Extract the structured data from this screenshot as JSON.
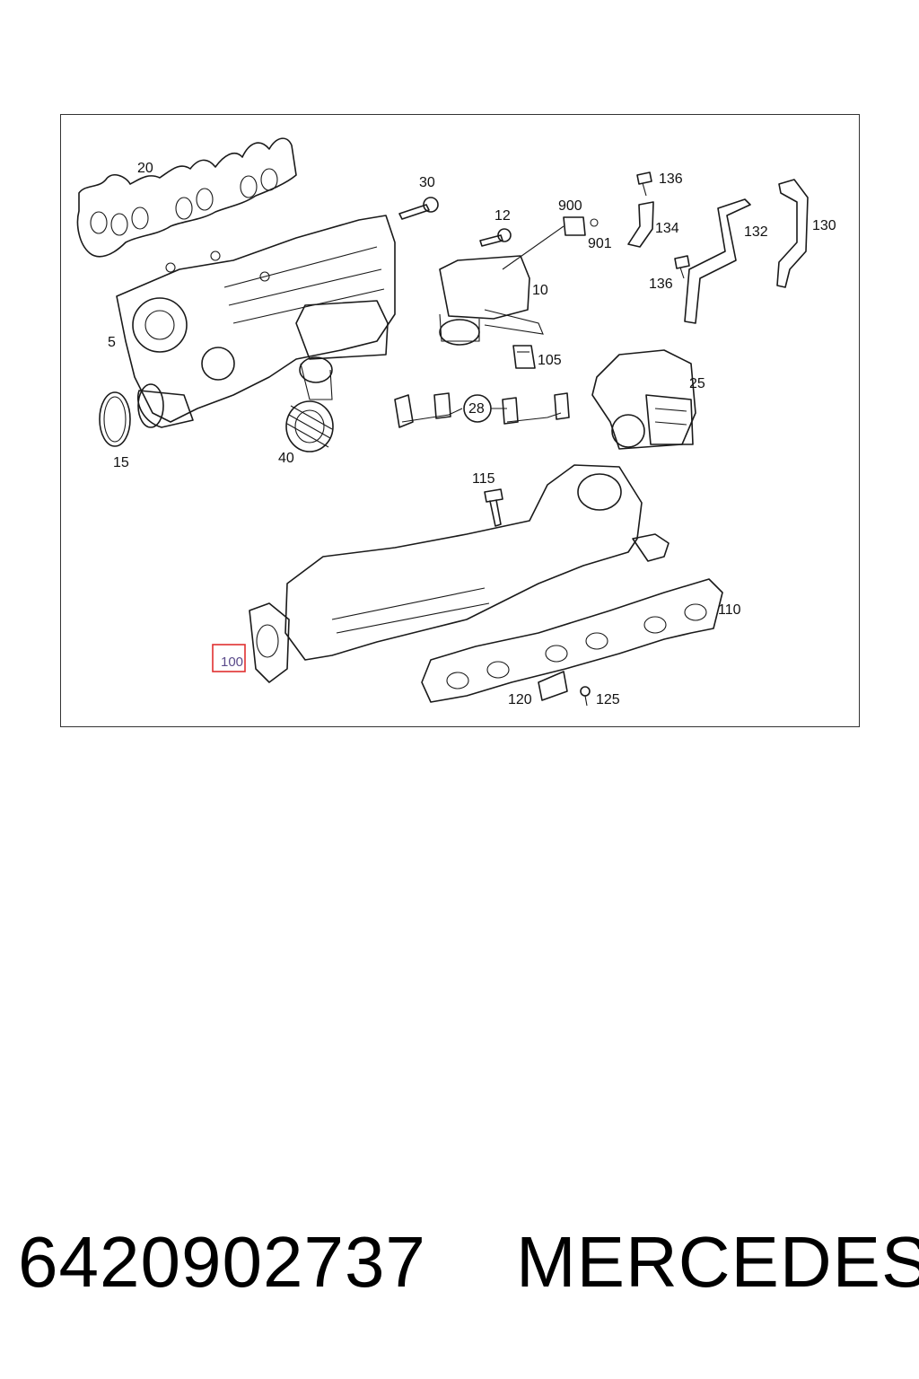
{
  "callouts": {
    "c20": "20",
    "c30": "30",
    "c12": "12",
    "c900": "900",
    "c901": "901",
    "c136a": "136",
    "c134": "134",
    "c132": "132",
    "c130": "130",
    "c136b": "136",
    "c10": "10",
    "c5": "5",
    "c105": "105",
    "c25": "25",
    "c28": "28",
    "c15": "15",
    "c40": "40",
    "c115": "115",
    "c110": "110",
    "c100": "100",
    "c120": "120",
    "c125": "125"
  },
  "highlight_color": "#e03030",
  "footer": {
    "part_number": "6420902737",
    "brand": "MERCEDES"
  }
}
